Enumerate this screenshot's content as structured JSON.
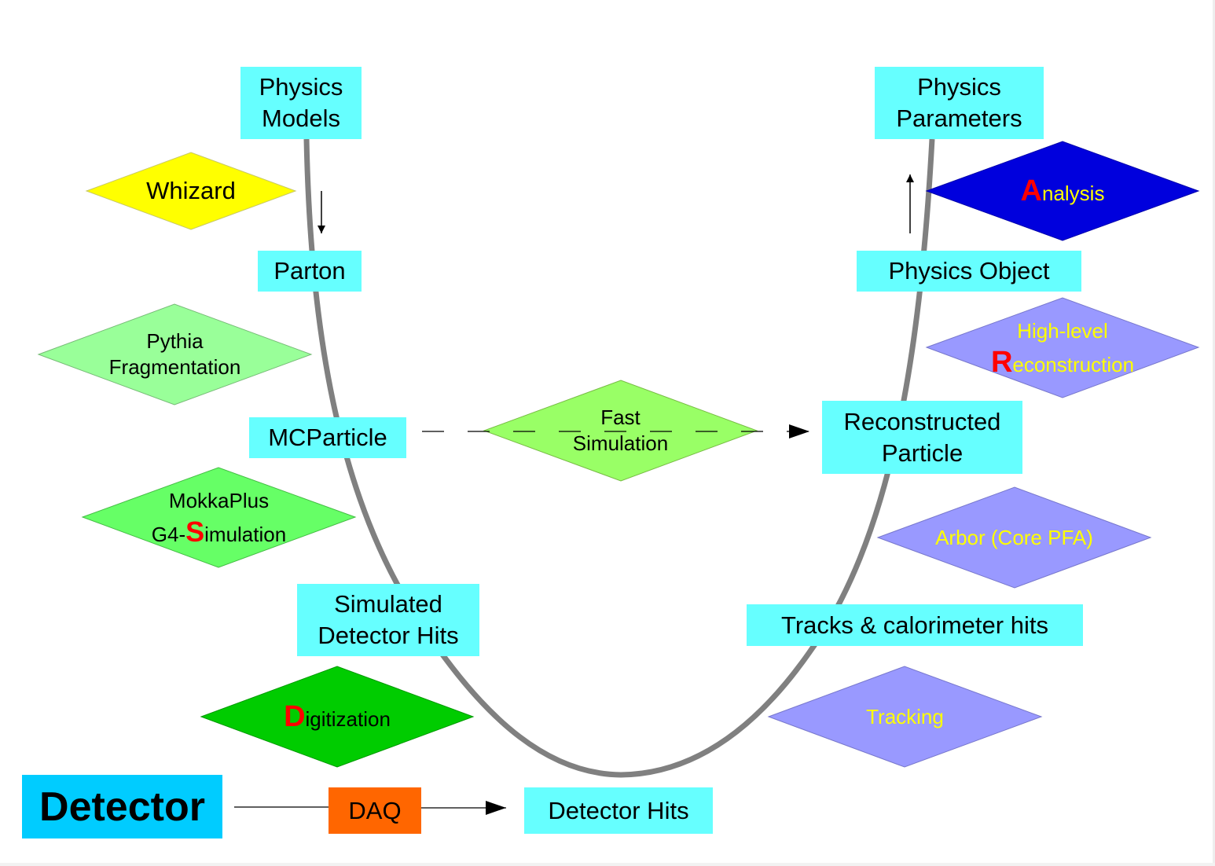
{
  "colors": {
    "curve": "#808080",
    "data_box": "#66ffff",
    "detector_box": "#00ccff",
    "daq_box": "#ff6600",
    "whizard": "#ffff00",
    "pythia": "#99ff99",
    "mokka": "#66ff66",
    "digitization": "#00cc00",
    "fast_simulation": "#99ff66",
    "reco_step": "#9999ff",
    "analysis": "#0000dd",
    "highlight_letter": "#ff0000",
    "yellow_text": "#ffff00"
  },
  "boxes": {
    "physics_models": {
      "line1": "Physics",
      "line2": "Models"
    },
    "parton": {
      "label": "Parton"
    },
    "mcparticle": {
      "label": "MCParticle"
    },
    "simulated_hits": {
      "line1": "Simulated",
      "line2": "Detector Hits"
    },
    "detector": {
      "label": "Detector"
    },
    "daq": {
      "label": "DAQ"
    },
    "detector_hits": {
      "label": "Detector Hits"
    },
    "tracks_calo": {
      "label": "Tracks & calorimeter hits"
    },
    "reconstructed_particle": {
      "line1": "Reconstructed",
      "line2": "Particle"
    },
    "physics_object": {
      "label": "Physics Object"
    },
    "physics_parameters": {
      "line1": "Physics",
      "line2": "Parameters"
    }
  },
  "steps": {
    "whizard": {
      "label": "Whizard"
    },
    "pythia": {
      "line1": "Pythia",
      "line2": "Fragmentation"
    },
    "mokka": {
      "line1": "MokkaPlus",
      "prefix": "G4-",
      "cap": "S",
      "rest": "imulation"
    },
    "digitization": {
      "cap": "D",
      "rest": "igitization"
    },
    "fast_simulation": {
      "line1": "Fast",
      "line2": "Simulation"
    },
    "tracking": {
      "label": "Tracking"
    },
    "arbor": {
      "label": "Arbor (Core PFA)"
    },
    "high_level_reco": {
      "line1": "High-level",
      "cap": "R",
      "rest": "econstruction"
    },
    "analysis": {
      "cap": "A",
      "rest": "nalysis"
    }
  }
}
